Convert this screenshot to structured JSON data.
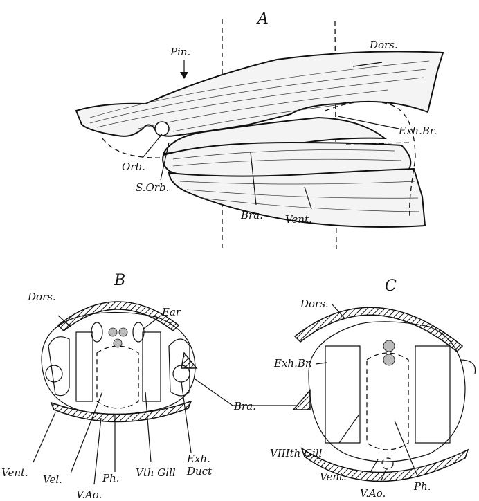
{
  "panels": {
    "A": {
      "letter": "A",
      "labels": {
        "pin": "Pin.",
        "dors": "Dors.",
        "exh_br": "Exh.Br.",
        "orb": "Orb.",
        "s_orb": "S.Orb.",
        "bra": "Bra.",
        "vent": "Vent."
      }
    },
    "B": {
      "letter": "B",
      "labels": {
        "dors": "Dors.",
        "ear": "Ear",
        "vent": "Vent.",
        "vel": "Vel.",
        "v_ao": "V.Ao.",
        "ph": "Ph.",
        "gill": "Vth Gill",
        "exh_duct_1": "Exh.",
        "exh_duct_2": "Duct"
      }
    },
    "C": {
      "letter": "C",
      "labels": {
        "dors": "Dors.",
        "exh_br": "Exh.Br.",
        "gill": "VIIIth Gill",
        "vent": "Vent.",
        "v_ao": "V.Ao.",
        "ph": "Ph."
      }
    },
    "shared": {
      "bra": "Bra."
    }
  }
}
